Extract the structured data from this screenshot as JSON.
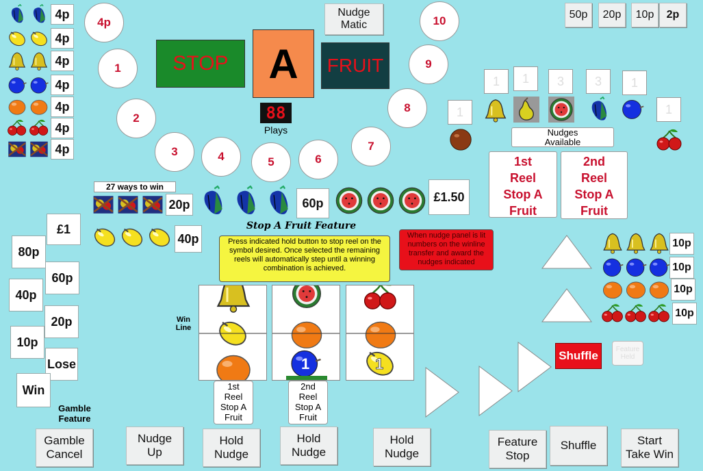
{
  "title": {
    "stop": "STOP",
    "a": "A",
    "fruit": "FRUIT",
    "plays_digits": "88",
    "plays_label": "Plays"
  },
  "nudge_matic": "Nudge\nMatic",
  "trail": [
    "4p",
    "1",
    "2",
    "3",
    "4",
    "5",
    "6",
    "7",
    "8",
    "9",
    "10"
  ],
  "stakes": [
    "50p",
    "20p",
    "10p",
    "2p"
  ],
  "paytable_left": [
    {
      "icon": "grapes-icon",
      "value": "4p"
    },
    {
      "icon": "lemon-icon",
      "value": "4p"
    },
    {
      "icon": "bell-icon",
      "value": "4p"
    },
    {
      "icon": "plum-icon",
      "value": "4p"
    },
    {
      "icon": "orange-icon",
      "value": "4p"
    },
    {
      "icon": "cherry-icon",
      "value": "4p"
    },
    {
      "icon": "x-icon",
      "value": "4p"
    }
  ],
  "ways_to_win": "27 ways to win",
  "pay_rows": [
    {
      "value": "20p"
    },
    {
      "value": "60p"
    },
    {
      "value": "£1.50"
    },
    {
      "value": "40p"
    }
  ],
  "feature_title": "Stop A Fruit Feature",
  "feature_desc": "Press indicated hold button to stop reel on the symbol desired. Once selected the remaining reels will automatically step until a winning combination is achieved.",
  "nudge_info": "When nudge panel is lit numbers on the winline transfer and award the nudges indicated",
  "nudges_available": "Nudges\nAvailable",
  "nudge_values": [
    "1",
    "1",
    "1",
    "3",
    "3",
    "1",
    "1"
  ],
  "reel_stop_1": "1st\nReel\nStop A\nFruit",
  "reel_stop_2": "2nd\nReel\nStop A\nFruit",
  "win_line": "Win\nLine",
  "reel_label_1": "1st\nReel\nStop A\nFruit",
  "reel_label_2": "2nd\nReel\nStop A\nFruit",
  "gamble_ladder": [
    "£1",
    "80p",
    "60p",
    "40p",
    "20p",
    "10p",
    "Lose",
    "Win"
  ],
  "gamble_feature": "Gamble\nFeature",
  "right_pay": [
    "10p",
    "10p",
    "10p",
    "10p"
  ],
  "shuffle": "Shuffle",
  "feature_held": "Feature\nHeld",
  "bottom_buttons": {
    "gamble_cancel": "Gamble\nCancel",
    "nudge_up": "Nudge\nUp",
    "hold1": "Hold\nNudge",
    "hold2": "Hold\nNudge",
    "hold3": "Hold\nNudge",
    "feature_stop": "Feature\nStop",
    "shuffle": "Shuffle",
    "start": "Start\nTake Win"
  },
  "colors": {
    "bg": "#9be3ea",
    "stop_bg": "#1a8a2a",
    "a_bg": "#f58a4c",
    "fruit_bg": "#123e42",
    "red": "#c8102e",
    "shuffle_bg": "#e8101a",
    "yellow": "#f5f540"
  }
}
